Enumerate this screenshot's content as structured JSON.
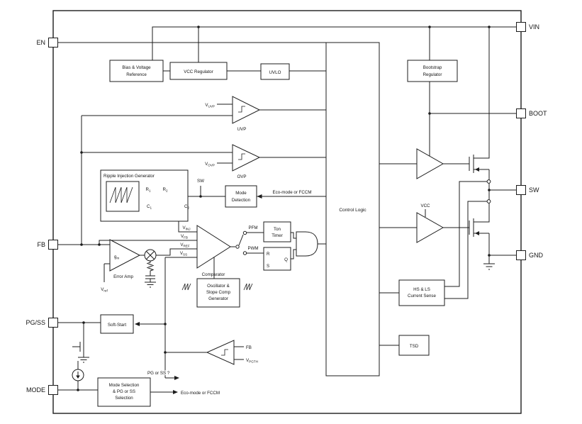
{
  "pins": {
    "en": "EN",
    "fb": "FB",
    "pg_ss": "PG/SS",
    "mode": "MODE",
    "vin": "VIN",
    "boot": "BOOT",
    "sw": "SW",
    "gnd": "GND"
  },
  "blocks": {
    "bias1": "Bias & Voltage",
    "bias2": "Reference",
    "vcc_reg": "VCC Regulator",
    "uvlo": "UVLO",
    "bootstrap1": "Bootstrap",
    "bootstrap2": "Regulator",
    "control_logic": "Control Logic",
    "ripple_title": "Ripple Injection Generator",
    "mode_det1": "Mode",
    "mode_det2": "Detection",
    "ton1": "Ton",
    "ton2": "Timer",
    "ff_r": "R",
    "ff_s": "S",
    "ff_q": "Q",
    "comparator": "Comparator",
    "error_amp": "Error Amp",
    "osc1": "Oscillator &",
    "osc2": "Slope Comp",
    "osc3": "Generator",
    "soft_start": "Soft-Start",
    "mode_sel1": "Mode Selection",
    "mode_sel2": "& PG or SS",
    "mode_sel3": "Selection",
    "sense1": "HS & LS",
    "sense2": "Current Sense",
    "tsd": "TSD",
    "uvp": "UVP",
    "ovp": "OVP"
  },
  "signals": {
    "v_uvp": {
      "base": "V",
      "sub": "UVP"
    },
    "v_ovp": {
      "base": "V",
      "sub": "OVP"
    },
    "v_inj": {
      "base": "V",
      "sub": "INJ"
    },
    "v_fb": {
      "base": "V",
      "sub": "FB"
    },
    "v_ref": {
      "base": "V",
      "sub": "REF"
    },
    "v_ss": {
      "base": "V",
      "sub": "SS"
    },
    "v_ref_ea": {
      "base": "V",
      "sub": "ref"
    },
    "v_pgth": {
      "base": "V",
      "sub": "PGTH"
    },
    "gm": {
      "base": "g",
      "sub": "m"
    },
    "r1": {
      "base": "R",
      "sub": "1"
    },
    "r2": {
      "base": "R",
      "sub": "2"
    },
    "c1": {
      "base": "C",
      "sub": "1"
    },
    "c2": {
      "base": "C",
      "sub": "2"
    },
    "sw_node": "SW",
    "vcc": "VCC",
    "fb": "FB",
    "pfm": "PFM",
    "pwm": "PWM",
    "eco_top": "Eco-mode or FCCM",
    "eco_bottom": "Eco-mode or FCCM",
    "pg_or_ss": "PG or SS ?"
  }
}
